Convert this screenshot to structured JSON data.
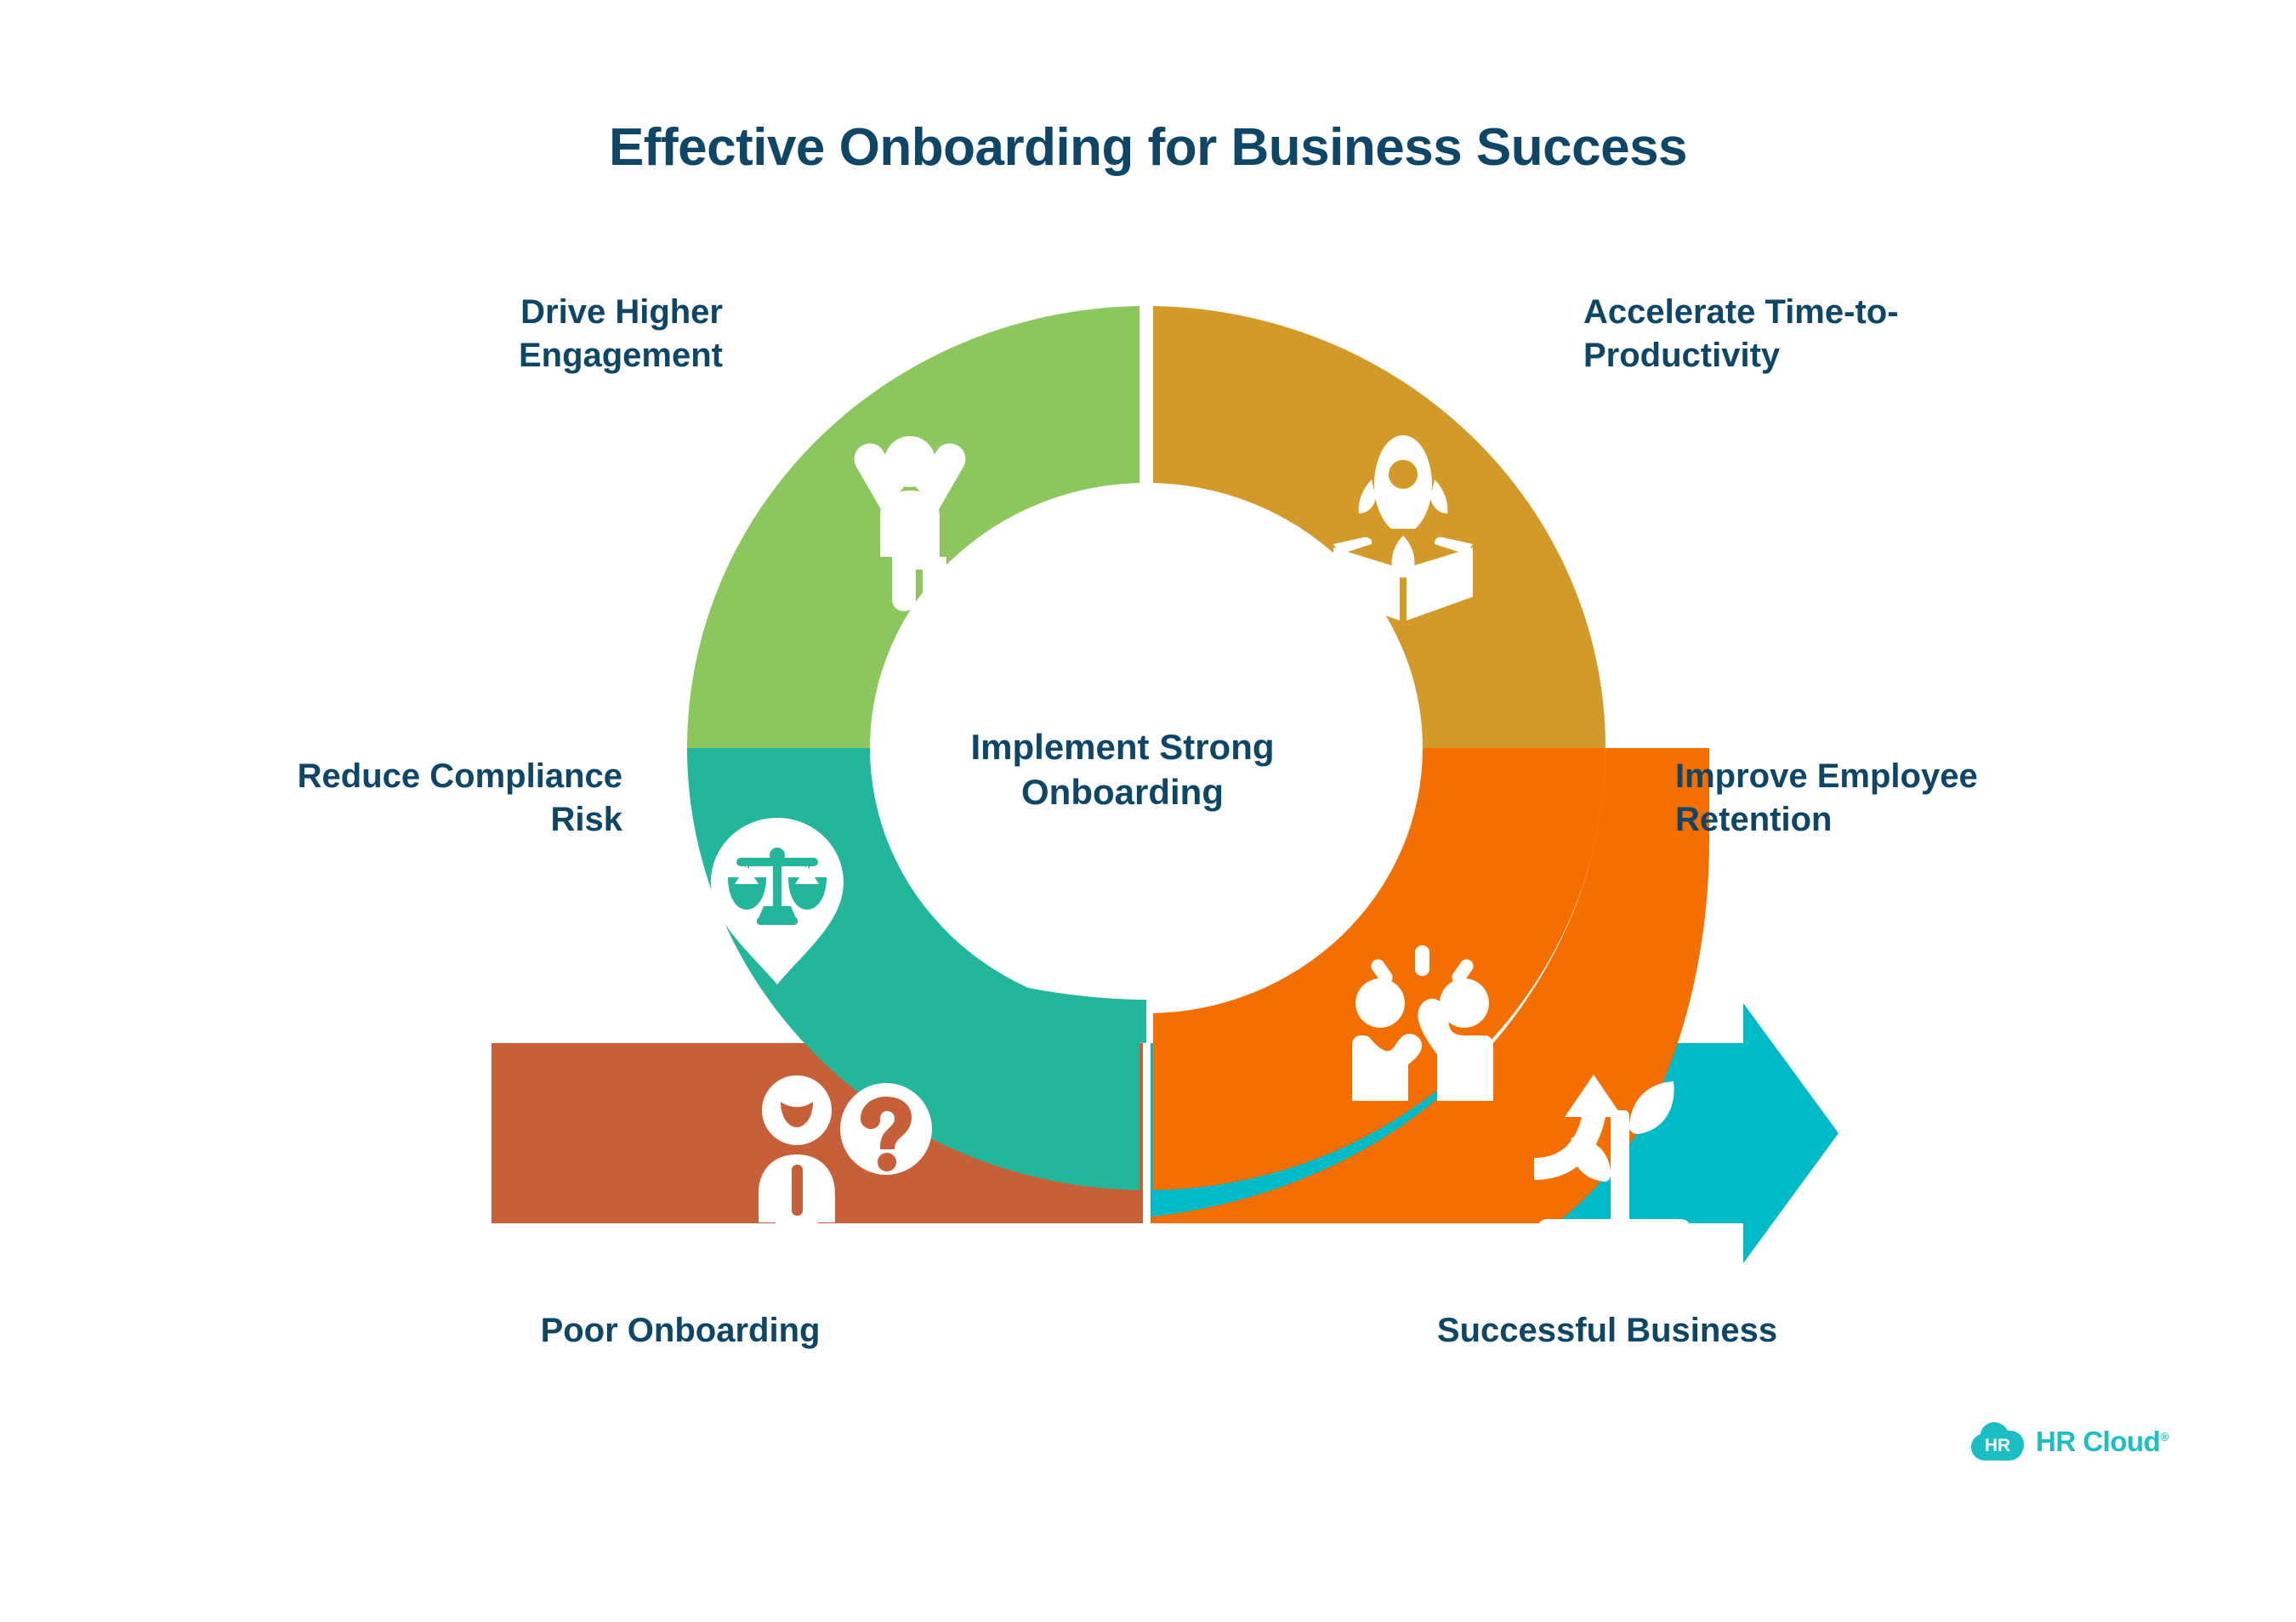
{
  "title": "Effective Onboarding for Business Success",
  "center": {
    "line1": "Implement Strong",
    "line2": "Onboarding"
  },
  "segments": [
    {
      "id": "engagement",
      "label": "Drive Higher Engagement",
      "label_line1": "Drive Higher",
      "label_line2": "Engagement",
      "color": "#8CC75D",
      "icon": "person-raised-arms-icon",
      "position": "top-left"
    },
    {
      "id": "productivity",
      "label": "Accelerate Time-to-Productivity",
      "label_line1": "Accelerate Time-to-",
      "label_line2": "Productivity",
      "color": "#D39A27",
      "icon": "rocket-launch-box-icon",
      "position": "top-right"
    },
    {
      "id": "compliance",
      "label": "Reduce Compliance Risk",
      "label_line1": "Reduce Compliance",
      "label_line2": "Risk",
      "color": "#22B79A",
      "icon": "scales-shield-icon",
      "position": "bottom-left"
    },
    {
      "id": "retention",
      "label": "Improve Employee Retention",
      "label_line1": "Improve Employee",
      "label_line2": "Retention",
      "color": "#F56E00",
      "icon": "high-five-people-icon",
      "position": "bottom-right"
    }
  ],
  "bar": {
    "start": {
      "label": "Poor Onboarding",
      "color": "#C75F38",
      "icon": "confused-person-question-icon"
    },
    "end": {
      "label": "Successful Business",
      "color": "#00BAC7",
      "icon": "growing-plant-arrow-icon"
    }
  },
  "logo": {
    "badge_text": "HR",
    "name": "HR Cloud",
    "trademark": "®",
    "color": "#19BFC2"
  },
  "colors": {
    "text": "#0D4667",
    "background": "#FFFFFF",
    "green": "#8CC75D",
    "gold": "#D39A27",
    "teal": "#22B79A",
    "orange": "#F56E00",
    "brick": "#C75F38",
    "cyan": "#00BAC7"
  }
}
